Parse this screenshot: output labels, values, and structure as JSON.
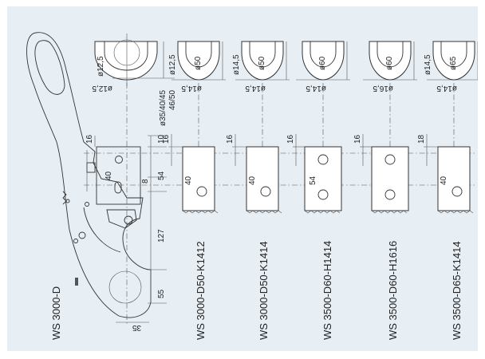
{
  "drawing": {
    "background": "#e7eff5",
    "left_dims": {
      "d1": "ø12,5",
      "d2": "ø12,5",
      "d3": "ø35/40/45",
      "d4": "46/50"
    },
    "upper_dims": {
      "h10": "10",
      "h16": "16",
      "h8": "8",
      "h54": "54",
      "h40": "40",
      "h127": "127",
      "h55": "55",
      "w35": "35"
    },
    "details": [
      {
        "circle": "ø50",
        "cross": "ø12,5",
        "bottom": "ø14,5",
        "top16": "16",
        "hole40": "40"
      },
      {
        "circle": "ø50",
        "cross": "ø14,5",
        "bottom": "ø14,5",
        "top16": "16",
        "hole40": "40"
      },
      {
        "circle": "ø60",
        "cross": "",
        "bottom": "ø14,5",
        "top16": "16",
        "hole40": "54"
      },
      {
        "circle": "ø60",
        "cross": "",
        "bottom": "ø16,5",
        "top16": "16",
        "hole40": ""
      },
      {
        "circle": "ø65",
        "cross": "ø14,5",
        "bottom": "ø14,5",
        "top16": "18",
        "hole40": "40"
      }
    ],
    "labels": [
      "WS 3000-D",
      "WS 3000-D50-K1412",
      "WS 3000-D50-K1414",
      "WS 3500-D60-H1414",
      "WS 3500-D60-H1616",
      "WS 3500-D65-K1414"
    ]
  }
}
